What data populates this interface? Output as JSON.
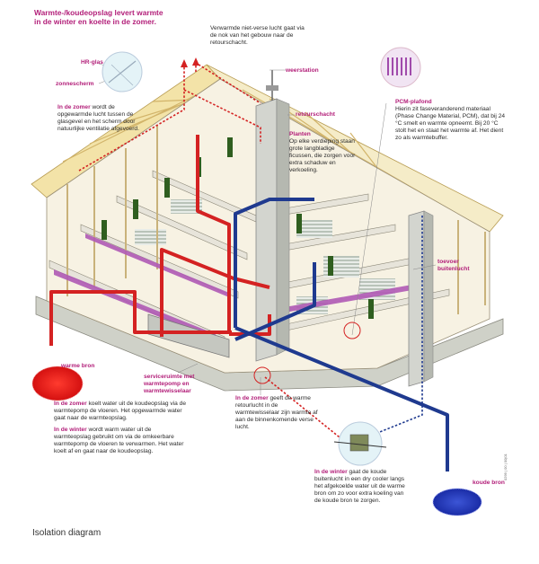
{
  "title": "Warmte-/koudeopslag levert warmte in de winter en koelte in de zomer.",
  "labels": {
    "hr_glas": "HR-glas",
    "zonnescherm": "zonnescherm",
    "summer_vent_head": "In de zomer",
    "summer_vent_body": "wordt de opgewarmde lucht tussen de glasgevel en het scherm door natuurlijke ventilatie afgevoerd.",
    "exhaust": "Verwarmde niet-verse lucht gaat via de nok van het gebouw naar de retourschacht.",
    "weerstation": "weerstation",
    "retourschacht": "retourschacht",
    "planten_head": "Planten",
    "planten_body": "Op elke verdieping staan grote langbladige ficussen, die zorgen voor extra schaduw en verkoeling.",
    "pcm_head": "PCM-plafond",
    "pcm_body": "Hierin zit faseveranderend materiaal (Phase Change Material, PCM), dat bij 24 °C smelt en warmte opneemt. Bij 20 °C stolt het en staat het warmte af. Het dient zo als warmtebuffer.",
    "toevoer": "toevoer buitenlucht",
    "warme_bron": "warme bron",
    "koude_bron": "koude bron",
    "service": "serviceruimte met warmtepomp en warmtewisselaar",
    "hx_head": "In de zomer",
    "hx_body": "geeft de warme retourlucht in de warmtewisselaar zijn warmte af aan de binnenkomende verse lucht.",
    "bottom_summer_head": "In de zomer",
    "bottom_summer_body": "koelt water uit de koudeopslag via de warmtepomp de vloeren. Het opgewarmde water gaat naar de warmteopslag.",
    "bottom_winter_head": "In de winter",
    "bottom_winter_body": "wordt warm water uit de warmteopslag gebruikt om via de omkeerbare warmtepomp de vloeren te verwarmen. Het water koelt af en gaat naar de koudeopslag.",
    "winter_cooler_head": "In de winter",
    "winter_cooler_body": "gaat de koude buitenlucht in een dry cooler langs het afgekoelde water uit de warme bron om zo voor extra koeling van de koude bron te zorgen."
  },
  "caption": "Isolation diagram",
  "credit": "0299 | 00 | 00|01",
  "colors": {
    "accent": "#b3207a",
    "warm": "#d42222",
    "cold": "#1f3a8f",
    "wood": "#f0dba0",
    "pcm": "#b05ab5"
  }
}
